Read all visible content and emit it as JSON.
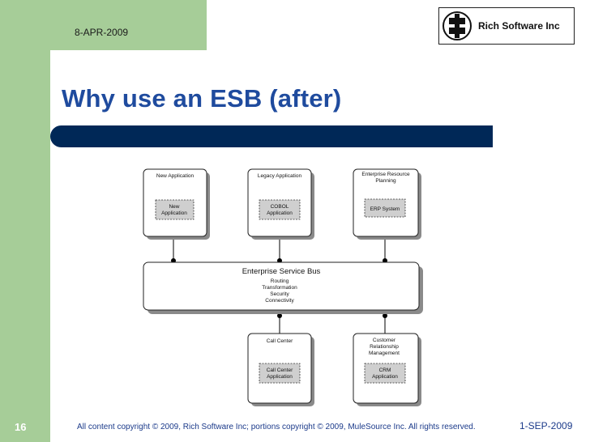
{
  "header": {
    "date_top": "8-APR-2009",
    "logo_text": "Rich Software Inc"
  },
  "slide": {
    "title": "Why use an ESB (after)"
  },
  "diagram": {
    "top_systems": [
      {
        "title": "New Application",
        "inner_line1": "New",
        "inner_line2": "Application"
      },
      {
        "title": "Legacy Application",
        "inner_line1": "COBOL",
        "inner_line2": "Application"
      },
      {
        "title_line1": "Enterprise Resource",
        "title_line2": "Planning",
        "inner_line1": "ERP System"
      }
    ],
    "esb": {
      "title": "Enterprise Service Bus",
      "features": [
        "Routing",
        "Transformation",
        "Security",
        "Connectivity"
      ]
    },
    "bottom_systems": [
      {
        "title": "Call Center",
        "inner_line1": "Call Center",
        "inner_line2": "Application"
      },
      {
        "title_line1": "Customer",
        "title_line2": "Relationship",
        "title_line3": "Management",
        "inner_line1": "CRM",
        "inner_line2": "Application"
      }
    ]
  },
  "footer": {
    "slide_number": "16",
    "copyright": "All content copyright © 2009, Rich Software Inc; portions copyright © 2009, MuleSource Inc.  All rights reserved.",
    "date_bottom": "1-SEP-2009"
  }
}
